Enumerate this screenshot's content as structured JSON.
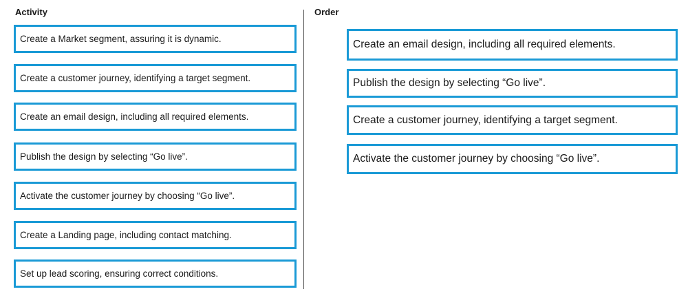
{
  "activity": {
    "heading": "Activity",
    "items": [
      "Create a Market segment, assuring it is dynamic.",
      "Create a customer journey, identifying a target segment.",
      "Create an email design, including all required elements.",
      "Publish the design by selecting “Go live”.",
      "Activate the customer journey by choosing “Go live”.",
      "Create a Landing page, including contact matching.",
      "Set up lead scoring, ensuring correct conditions."
    ]
  },
  "order": {
    "heading": "Order",
    "items": [
      "Create an email design, including all required elements.",
      "Publish the design by selecting “Go live”.",
      "Create a customer journey, identifying a target segment.",
      "Activate the customer journey by choosing “Go live”."
    ]
  },
  "colors": {
    "box_border": "#1a9ad6"
  }
}
